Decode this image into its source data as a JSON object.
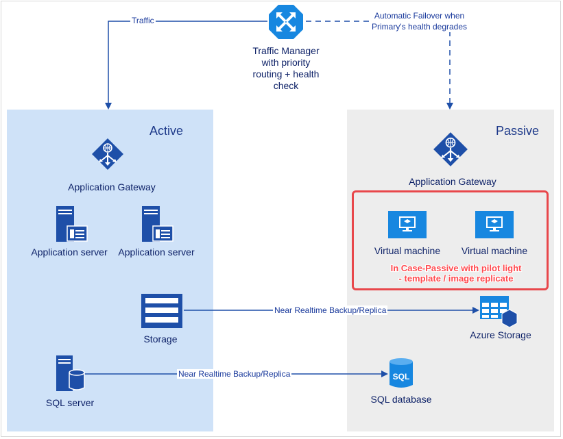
{
  "traffic_manager": {
    "label_lines": [
      "Traffic Manager",
      "with priority",
      "routing + health",
      "check"
    ],
    "traffic_label": "Traffic",
    "failover_lines": [
      "Automatic Failover when",
      "Primary's health degrades"
    ]
  },
  "active": {
    "title": "Active",
    "gateway": "Application Gateway",
    "app_server_1": "Application server",
    "app_server_2": "Application server",
    "storage": "Storage",
    "sql_server": "SQL server"
  },
  "passive": {
    "title": "Passive",
    "gateway": "Application Gateway",
    "vm_1": "Virtual machine",
    "vm_2": "Virtual machine",
    "note_lines": [
      "In Case-Passive with pilot light",
      "- template / image replicate"
    ],
    "azure_storage": "Azure Storage",
    "sql_database": "SQL database"
  },
  "connections": {
    "storage_backup": "Near Realtime Backup/Replica",
    "sql_backup": "Near Realtime Backup/Replica"
  },
  "colors": {
    "primary_blue": "#1e4fa8",
    "azure_blue": "#1787e0",
    "active_bg": "#cfe2f8",
    "passive_bg": "#ededed",
    "alert_red": "#e8474b"
  },
  "icons": {
    "traffic_manager": "traffic-manager-icon",
    "gateway": "application-gateway-icon",
    "server": "server-icon",
    "storage": "storage-icon",
    "sql_server": "sql-server-icon",
    "vm": "virtual-machine-icon",
    "azure_storage": "azure-storage-icon",
    "sql_database": "sql-database-icon"
  }
}
